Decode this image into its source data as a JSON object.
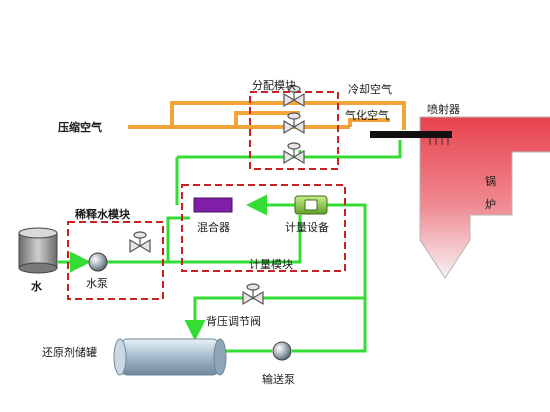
{
  "labels": {
    "distribution_module": "分配模块",
    "cooling_air": "冷却空气",
    "atomizing_air": "气化空气",
    "injector": "喷射器",
    "compressed_air": "压缩空气",
    "boiler_1": "锅",
    "boiler_2": "炉",
    "dilution_module": "稀释水模块",
    "water": "水",
    "water_pump": "水泵",
    "mixer": "混合器",
    "metering_device": "计量设备",
    "metering_module": "计量模块",
    "back_pressure_valve": "背压调节阀",
    "reductant_tank": "还原剂储罐",
    "delivery_pump": "输送泵"
  },
  "colors": {
    "air_line": "#f2a33a",
    "liquid_line": "#33dd33",
    "module_border": "#cc1f1f",
    "boiler": "#e8434d",
    "mixer": "#7f1fa8",
    "meter": "#7bbf3a",
    "injector_bar": "#111111"
  }
}
